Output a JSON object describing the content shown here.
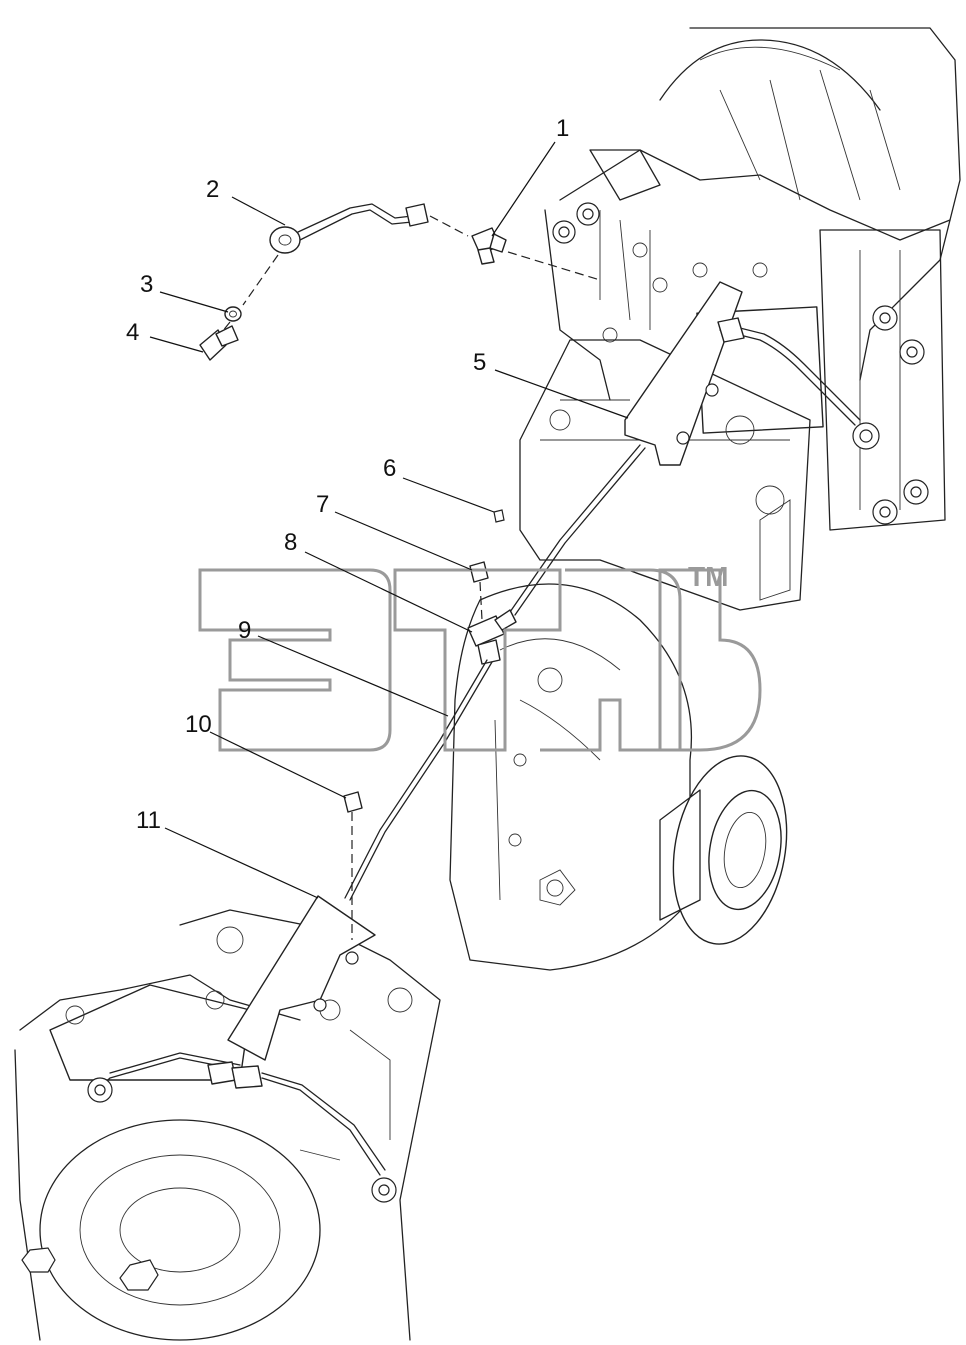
{
  "diagram": {
    "callouts": [
      {
        "id": "c1",
        "label": "1"
      },
      {
        "id": "c2",
        "label": "2"
      },
      {
        "id": "c3",
        "label": "3"
      },
      {
        "id": "c4",
        "label": "4"
      },
      {
        "id": "c5",
        "label": "5"
      },
      {
        "id": "c6",
        "label": "6"
      },
      {
        "id": "c7",
        "label": "7"
      },
      {
        "id": "c8",
        "label": "8"
      },
      {
        "id": "c9",
        "label": "9"
      },
      {
        "id": "c10",
        "label": "10"
      },
      {
        "id": "c11",
        "label": "11"
      }
    ]
  },
  "watermark": {
    "text": "ЭТАЬ",
    "trademark": "TM",
    "color": "#9a9a9a"
  },
  "colors": {
    "line": "#222222",
    "background": "#ffffff"
  }
}
